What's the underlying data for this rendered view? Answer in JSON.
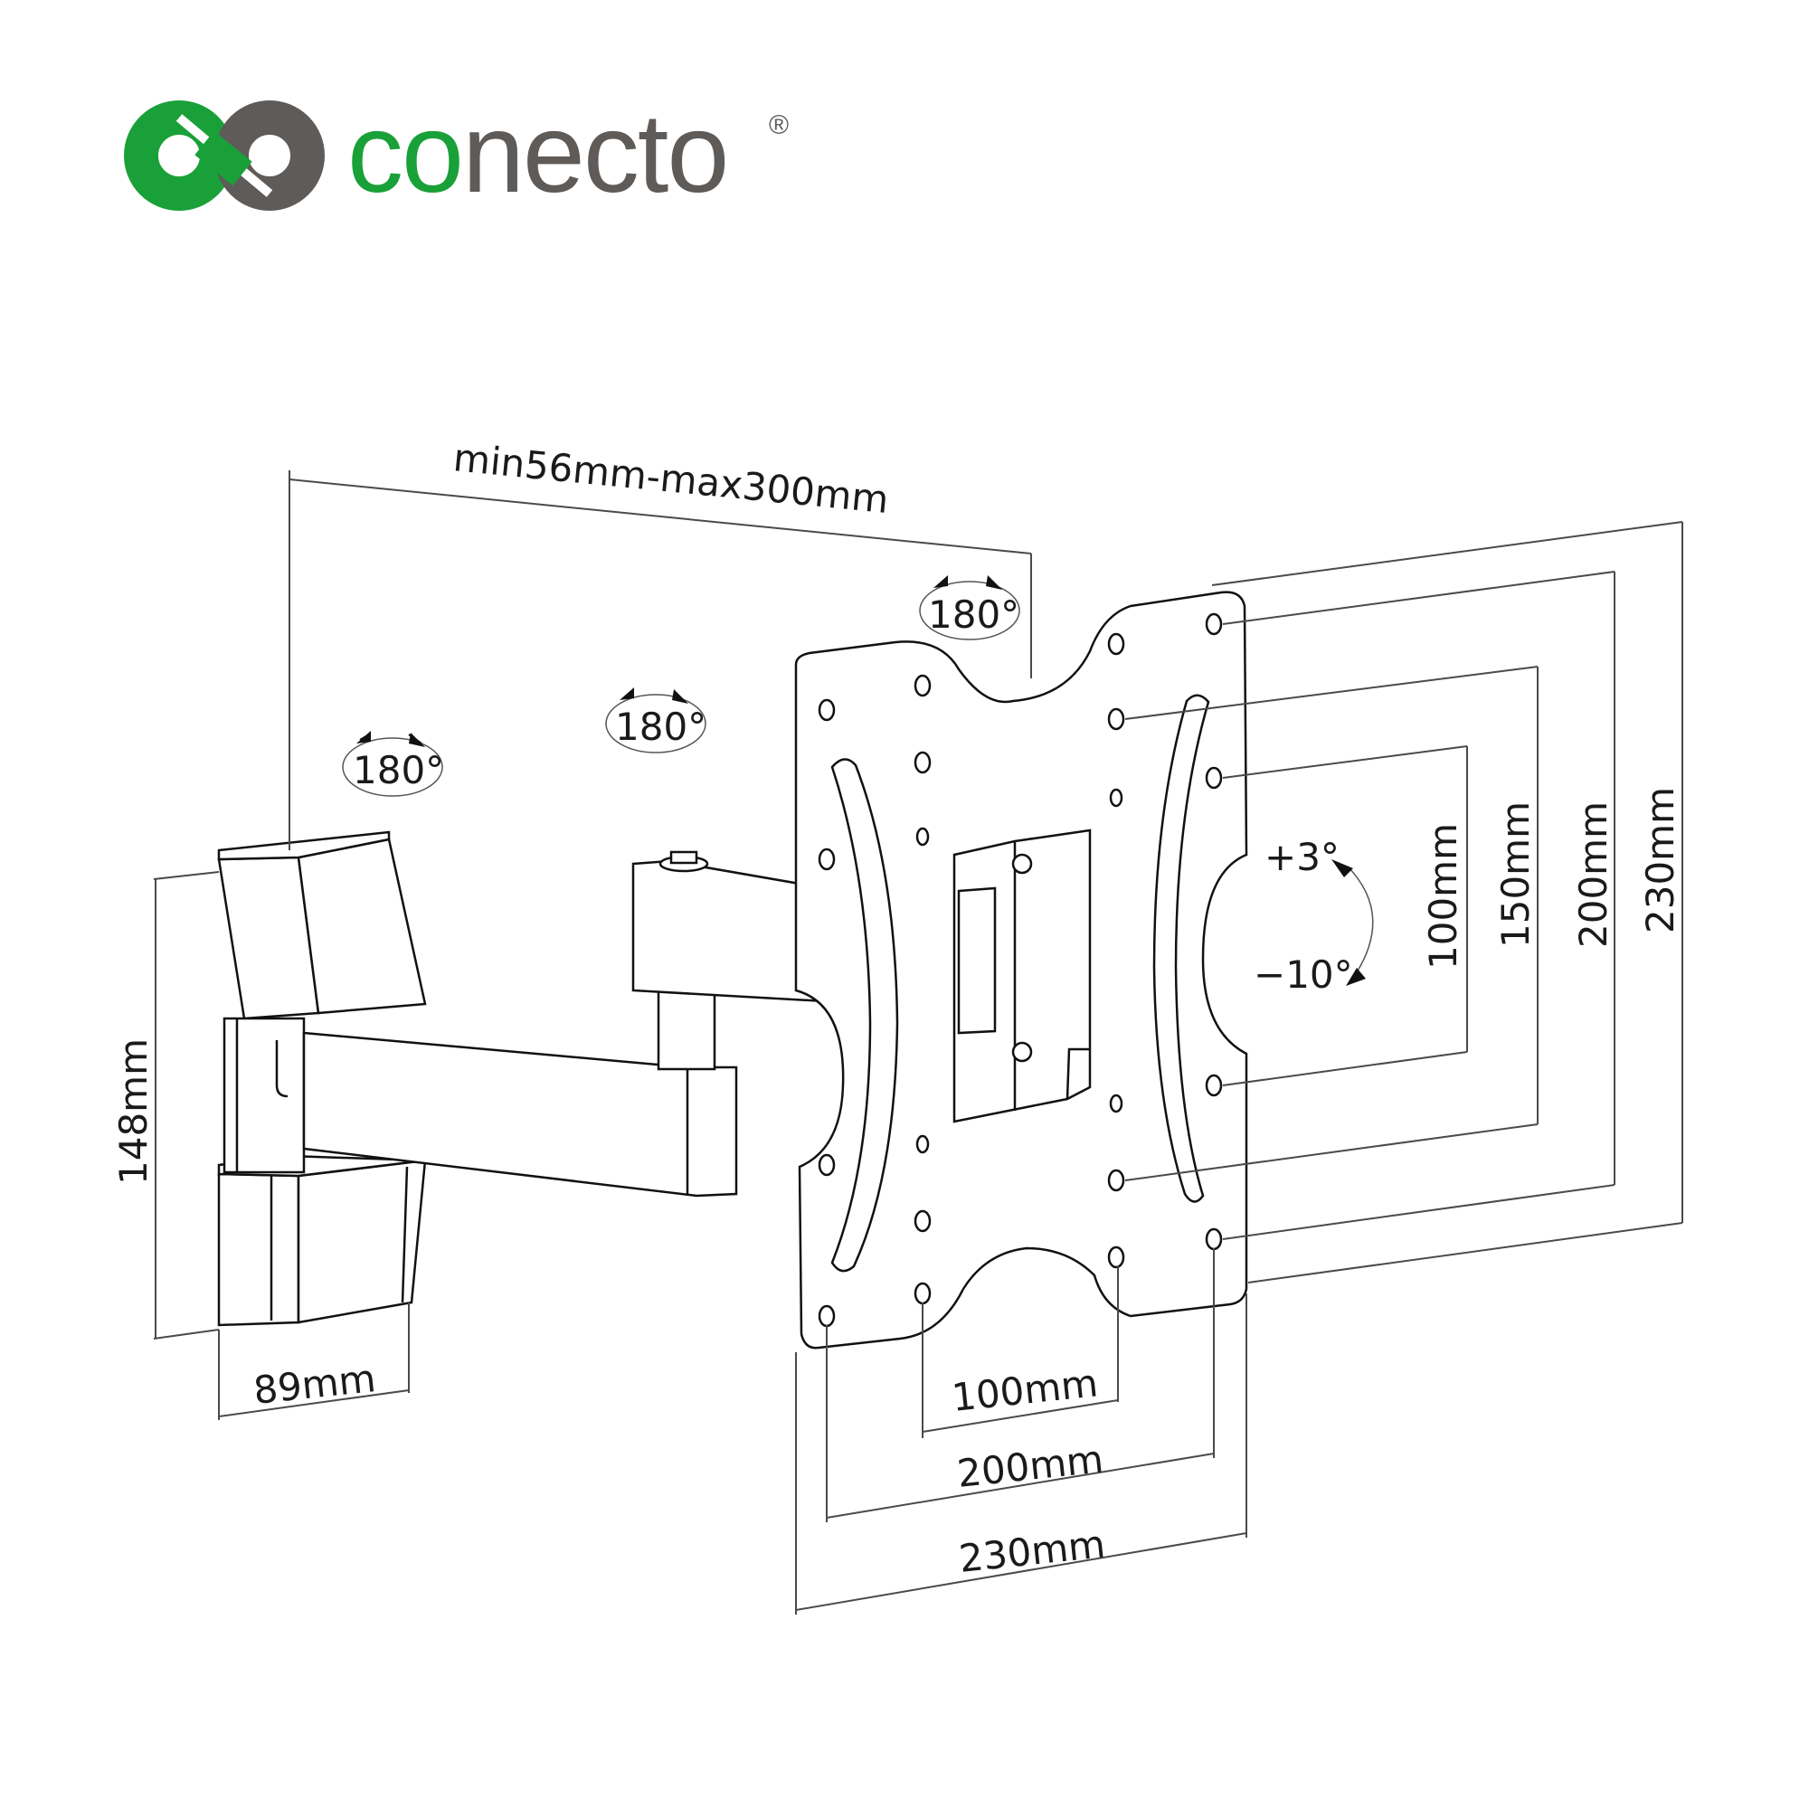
{
  "brand": {
    "name_part1": "co",
    "name_part2": "necto",
    "registered": "®",
    "green": "#1aa038",
    "gray": "#5e5b59"
  },
  "dimensions": {
    "extension": "min56mm-max300mm",
    "wall_plate_height": "148mm",
    "wall_plate_width": "89mm",
    "vesa_h_100": "100mm",
    "vesa_h_200": "200mm",
    "plate_width_230": "230mm",
    "vesa_v_100": "100mm",
    "vesa_v_150": "150mm",
    "vesa_v_200": "200mm",
    "plate_height_230": "230mm"
  },
  "rotations": {
    "swivel_1": "180°",
    "swivel_2": "180°",
    "swivel_3": "180°",
    "tilt_up": "+3°",
    "tilt_down": "−10°"
  }
}
